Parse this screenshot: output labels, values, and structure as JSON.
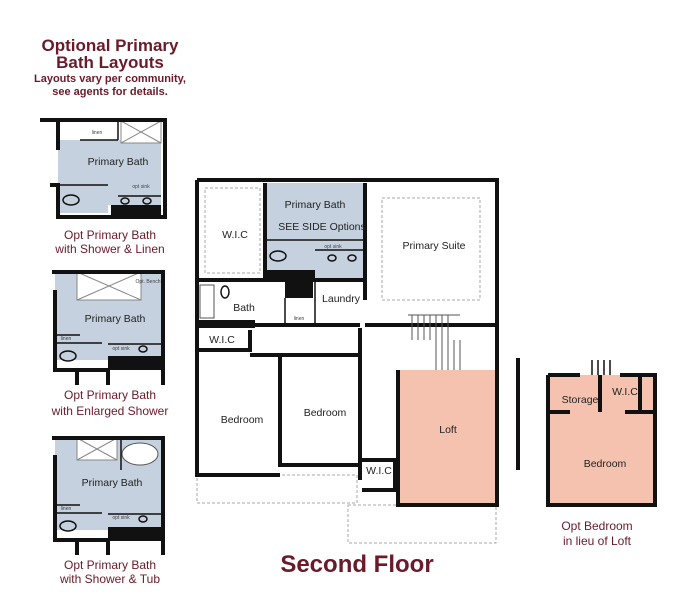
{
  "side_panel": {
    "title_line1": "Optional Primary",
    "title_line2": "Bath Layouts",
    "note_line1": "Layouts vary per community,",
    "note_line2": "see agents for details.",
    "layouts": [
      {
        "room": "Primary Bath",
        "closet": "linen",
        "sink": "opt sink",
        "caption_line1": "Opt Primary Bath",
        "caption_line2": "with Shower & Linen"
      },
      {
        "room": "Primary Bath",
        "closet": "linen",
        "bench": "Opt. Bench",
        "sink": "opt sink",
        "caption_line1": "Opt Primary Bath",
        "caption_line2": "with Enlarged Shower"
      },
      {
        "room": "Primary Bath",
        "closet": "linen",
        "sink": "opt sink",
        "caption_line1": "Opt Primary Bath",
        "caption_line2": "with Shower & Tub"
      }
    ]
  },
  "plan": {
    "title": "Second Floor",
    "rooms": {
      "wic_primary": "W.I.C",
      "primary_bath": "Primary Bath",
      "primary_bath_note": "SEE SIDE Options",
      "opt_sink": "opt sink",
      "primary_suite": "Primary Suite",
      "bath": "Bath",
      "linen": "linen",
      "laundry": "Laundry",
      "wic_small": "W.I.C",
      "bedroom_1": "Bedroom",
      "bedroom_2": "Bedroom",
      "loft": "Loft",
      "wic_loft": "W.I.C"
    }
  },
  "option": {
    "storage": "Storage",
    "wic": "W.I.C",
    "bedroom": "Bedroom",
    "caption_line1": "Opt Bedroom",
    "caption_line2": "in lieu of Loft"
  },
  "colors": {
    "bath_blue": "#c5d1de",
    "highlight_peach": "#f5c2b0",
    "title_maroon": "#6b1a2a"
  }
}
